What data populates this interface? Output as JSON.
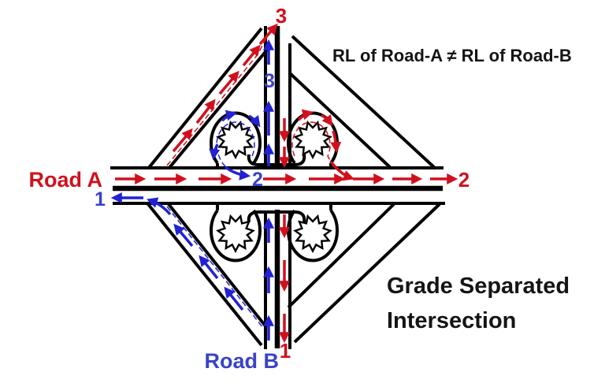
{
  "diagram": {
    "road_a_label": "Road A",
    "road_b_label": "Road B",
    "note": "RL of Road-A ≠ RL of Road-B",
    "title_line1": "Grade Separated",
    "title_line2": "Intersection",
    "markers": {
      "red_3": "3",
      "blue_3": "3",
      "red_2": "2",
      "blue_2": "2",
      "blue_1": "1",
      "red_1": "1"
    },
    "colors": {
      "road_a_flow": "#d1101d",
      "road_b_flow": "#2222d2",
      "label_blue": "#3a43c6",
      "road_outline": "#000000",
      "text": "#151515",
      "background": "#ffffff"
    }
  }
}
